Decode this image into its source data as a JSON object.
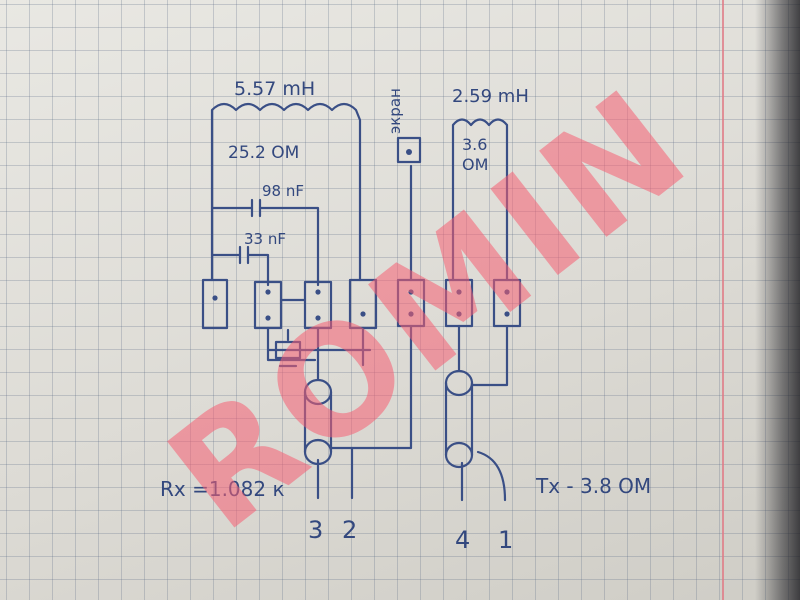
{
  "labels": {
    "inductor_left": "5.57 mH",
    "resistance_left": "25.2 ОМ",
    "cap_upper": "98 nF",
    "cap_lower": "33 nF",
    "screen": "экран",
    "inductor_right": "2.59 mH",
    "resistance_right_value": "3.6",
    "resistance_right_unit": "ОМ",
    "rx": "Rx =1.082 к",
    "tx": "Tx - 3.8 ОМ"
  },
  "terminals": {
    "left_a": "3",
    "left_b": "2",
    "right_a": "4",
    "right_b": "1"
  },
  "watermark": "ROMIN",
  "colors": {
    "ink": "#3a4f86",
    "watermark": "#f55f73",
    "paper": "#e6e5df",
    "margin": "#e07a86"
  }
}
